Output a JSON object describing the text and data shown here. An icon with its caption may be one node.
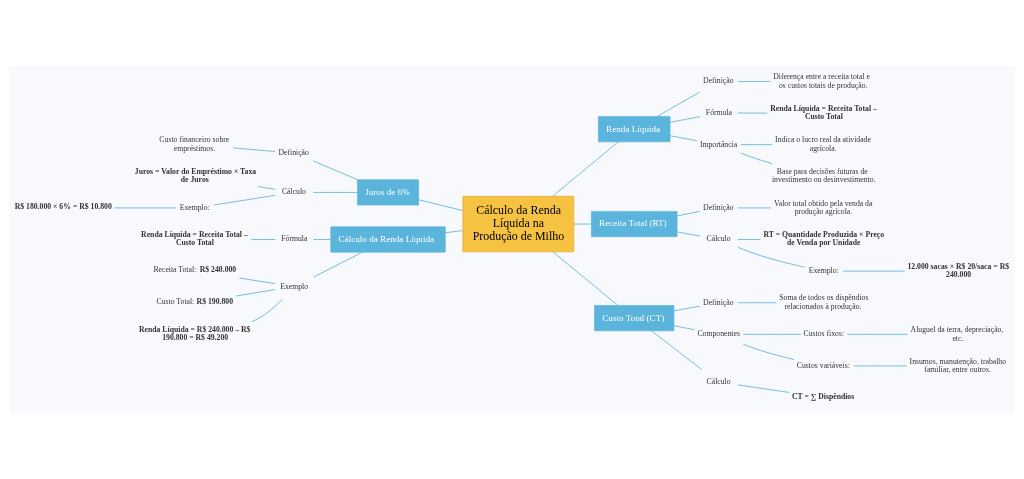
{
  "diagram": {
    "nodes": [
      {
        "text": [
          "Cálculo da Renda Líquida na Produção de Milho"
        ]
      },
      {
        "text": [
          "Renda Líquida"
        ]
      },
      {
        "text": [
          "Definição"
        ]
      },
      {
        "text": [
          "Diferença entre a receita total e os custos totais de produção."
        ]
      },
      {
        "text": [
          "Fórmula"
        ]
      },
      {
        "text": [
          "Renda Líquida = Receita Total – Custo Total"
        ]
      },
      {
        "text": [
          "Importância"
        ]
      },
      {
        "text": [
          "Indica o lucro real da atividade agrícola."
        ]
      },
      {
        "text": [
          "Base para decisões futuras de investimento ou desinvestimento."
        ]
      },
      {
        "text": [
          "Receita Total (RT)"
        ]
      },
      {
        "text": [
          "Definição"
        ]
      },
      {
        "text": [
          "Valor total obtido pela venda da produção agrícola."
        ]
      },
      {
        "text": [
          "Cálculo"
        ]
      },
      {
        "text": [
          "RT = Quantidade Produzida × Preço de Venda por Unidade"
        ]
      },
      {
        "text": [
          "Exemplo:"
        ]
      },
      {
        "text": [
          "12.000 sacas × R$ 20/saca = R$ 240.000"
        ]
      },
      {
        "text": [
          "Custo Total (CT)"
        ]
      },
      {
        "text": [
          "Definição"
        ]
      },
      {
        "text": [
          "Soma de todos os dispêndios relacionados à produção."
        ]
      },
      {
        "text": [
          "Componentes"
        ]
      },
      {
        "text": [
          "Custos fixos:"
        ]
      },
      {
        "text": [
          "Aluguel da terra, depreciação, etc."
        ]
      },
      {
        "text": [
          "Custos variáveis:"
        ]
      },
      {
        "text": [
          "Insumos, manutenção, trabalho familiar, entre outros."
        ]
      },
      {
        "text": [
          "Cálculo"
        ]
      },
      {
        "text": [
          "CT = ∑ Dispêndios"
        ]
      },
      {
        "text": [
          "Juros de 6%"
        ]
      },
      {
        "text": [
          "Definição"
        ]
      },
      {
        "text": [
          "Custo financeiro sobre empréstimos."
        ]
      },
      {
        "text": [
          "Cálculo"
        ]
      },
      {
        "text": [
          "Juros = Valor do Empréstimo × Taxa de Juros"
        ]
      },
      {
        "text": [
          "Exemplo:"
        ]
      },
      {
        "text": [
          "R$ 180.000 × 6% = R$ 10.800"
        ]
      },
      {
        "text": [
          "Cálculo da Renda Líquida"
        ]
      },
      {
        "text": [
          "Fórmula"
        ]
      },
      {
        "text": [
          "Renda Líquida = Receita Total – Custo Total"
        ]
      },
      {
        "text": [
          "Exemplo"
        ]
      },
      {
        "text": [
          "Receita Total: **R$ 240.000**"
        ]
      },
      {
        "text": [
          "Custo Total: **R$ 190.800**"
        ]
      },
      {
        "text": [
          "Renda Líquida = R$ 240.000 – R$ 190.800 = R$ 49.200"
        ]
      }
    ],
    "edges": [
      {
        "from": 0,
        "to": 1,
        "arrow": "none"
      },
      {
        "from": 1,
        "to": 2,
        "arrow": "none"
      },
      {
        "from": 2,
        "to": 3,
        "arrow": "none"
      },
      {
        "from": 1,
        "to": 4,
        "arrow": "none"
      },
      {
        "from": 4,
        "to": 5,
        "arrow": "none"
      },
      {
        "from": 1,
        "to": 6,
        "arrow": "none"
      },
      {
        "from": 6,
        "to": 7,
        "arrow": "none"
      },
      {
        "from": 6,
        "to": 8,
        "arrow": "none"
      },
      {
        "from": 0,
        "to": 9,
        "arrow": "none"
      },
      {
        "from": 9,
        "to": 10,
        "arrow": "none"
      },
      {
        "from": 10,
        "to": 11,
        "arrow": "none"
      },
      {
        "from": 9,
        "to": 12,
        "arrow": "none"
      },
      {
        "from": 12,
        "to": 13,
        "arrow": "none"
      },
      {
        "from": 12,
        "to": 14,
        "arrow": "none"
      },
      {
        "from": 14,
        "to": 15,
        "arrow": "none"
      },
      {
        "from": 0,
        "to": 16,
        "arrow": "none"
      },
      {
        "from": 16,
        "to": 17,
        "arrow": "none"
      },
      {
        "from": 17,
        "to": 18,
        "arrow": "none"
      },
      {
        "from": 16,
        "to": 19,
        "arrow": "none"
      },
      {
        "from": 19,
        "to": 20,
        "arrow": "none"
      },
      {
        "from": 20,
        "to": 21,
        "arrow": "none"
      },
      {
        "from": 19,
        "to": 22,
        "arrow": "none"
      },
      {
        "from": 22,
        "to": 23,
        "arrow": "none"
      },
      {
        "from": 16,
        "to": 24,
        "arrow": "none"
      },
      {
        "from": 24,
        "to": 25,
        "arrow": "none"
      },
      {
        "from": 0,
        "to": 26,
        "arrow": "none"
      },
      {
        "from": 26,
        "to": 27,
        "arrow": "none"
      },
      {
        "from": 27,
        "to": 28,
        "arrow": "none"
      },
      {
        "from": 26,
        "to": 29,
        "arrow": "none"
      },
      {
        "from": 29,
        "to": 30,
        "arrow": "none"
      },
      {
        "from": 29,
        "to": 31,
        "arrow": "none"
      },
      {
        "from": 31,
        "to": 32,
        "arrow": "none"
      },
      {
        "from": 0,
        "to": 33,
        "arrow": "none"
      },
      {
        "from": 33,
        "to": 34,
        "arrow": "none"
      },
      {
        "from": 34,
        "to": 35,
        "arrow": "none"
      },
      {
        "from": 33,
        "to": 36,
        "arrow": "none"
      },
      {
        "from": 36,
        "to": 37,
        "arrow": "none"
      },
      {
        "from": 36,
        "to": 38,
        "arrow": "none"
      },
      {
        "from": 36,
        "to": 39,
        "arrow": "none"
      }
    ]
  }
}
